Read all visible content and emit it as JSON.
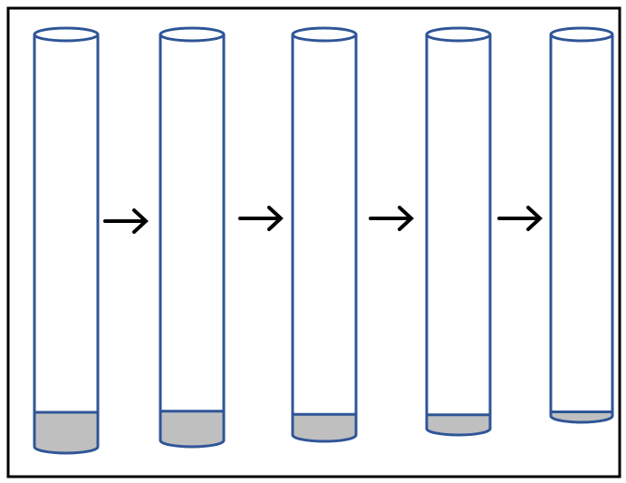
{
  "colors": {
    "background": "#ffffff",
    "frame": "#000000",
    "tube_outline": "#2f5597",
    "tube_fill": "#ffffff",
    "sediment": "#bfbfbf",
    "arrow": "#000000"
  },
  "tubes": [
    {
      "id": "tube-1",
      "sediment_level": 1.0
    },
    {
      "id": "tube-2",
      "sediment_level": 0.85
    },
    {
      "id": "tube-3",
      "sediment_level": 0.6
    },
    {
      "id": "tube-4",
      "sediment_level": 0.4
    },
    {
      "id": "tube-5",
      "sediment_level": 0.12
    }
  ],
  "arrows": [
    {
      "from": "tube-1",
      "to": "tube-2",
      "icon": "right-arrow-icon"
    },
    {
      "from": "tube-2",
      "to": "tube-3",
      "icon": "right-arrow-icon"
    },
    {
      "from": "tube-3",
      "to": "tube-4",
      "icon": "right-arrow-icon"
    },
    {
      "from": "tube-4",
      "to": "tube-5",
      "icon": "right-arrow-icon"
    }
  ]
}
